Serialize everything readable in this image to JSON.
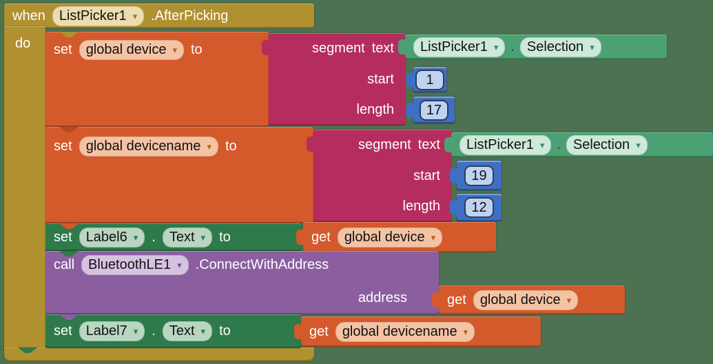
{
  "colors": {
    "workspace_bg": "#4c7251",
    "event_block": "#b1902f",
    "variable_block": "#d4592b",
    "text_block": "#b52d5e",
    "component_getter_block": "#4ba173",
    "component_setter_block": "#2e7a4a",
    "procedure_call_block": "#8b5f9f",
    "number_block": "#3f6fc4"
  },
  "ui": {
    "dropdown_arrow": "▾"
  },
  "when": {
    "keyword": "when",
    "component": "ListPicker1",
    "event": ".AfterPicking",
    "do_label": "do"
  },
  "set_device": {
    "kw_set": "set",
    "variable": "global device",
    "kw_to": "to",
    "segment": {
      "kw_segment": "segment",
      "arg_text": "text",
      "arg_start": "start",
      "arg_length": "length",
      "start_value": "1",
      "length_value": "17",
      "text_value": {
        "component": "ListPicker1",
        "dot": ".",
        "property": "Selection"
      }
    }
  },
  "set_devicename": {
    "kw_set": "set",
    "variable": "global devicename",
    "kw_to": "to",
    "segment": {
      "kw_segment": "segment",
      "arg_text": "text",
      "arg_start": "start",
      "arg_length": "length",
      "start_value": "19",
      "length_value": "12",
      "text_value": {
        "component": "ListPicker1",
        "dot": ".",
        "property": "Selection"
      }
    }
  },
  "set_label6": {
    "kw_set": "set",
    "component": "Label6",
    "dot": ".",
    "property": "Text",
    "kw_to": "to",
    "value": {
      "kw_get": "get",
      "variable": "global device"
    }
  },
  "call_ble": {
    "kw_call": "call",
    "component": "BluetoothLE1",
    "method": ".ConnectWithAddress",
    "arg_address": "address",
    "value": {
      "kw_get": "get",
      "variable": "global device"
    }
  },
  "set_label7": {
    "kw_set": "set",
    "component": "Label7",
    "dot": ".",
    "property": "Text",
    "kw_to": "to",
    "value": {
      "kw_get": "get",
      "variable": "global devicename"
    }
  }
}
